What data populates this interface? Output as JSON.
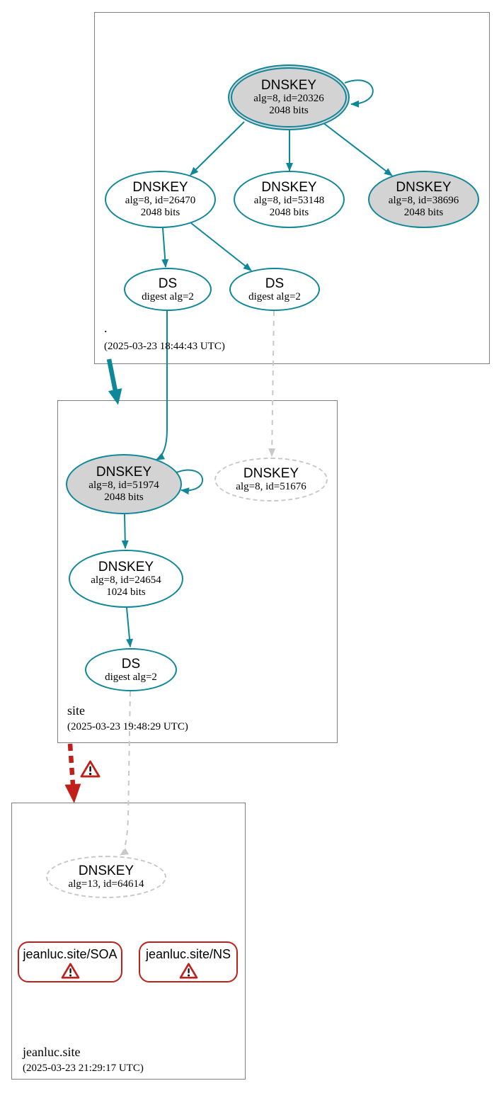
{
  "diagram": {
    "type": "dnssec-authentication-chain",
    "zones": [
      {
        "name": ".",
        "timestamp": "(2025-03-23 18:44:43 UTC)",
        "nodes": {
          "ksk20326": {
            "title": "DNSKEY",
            "detail1": "alg=8, id=20326",
            "detail2": "2048 bits"
          },
          "zsk26470": {
            "title": "DNSKEY",
            "detail1": "alg=8, id=26470",
            "detail2": "2048 bits"
          },
          "zsk53148": {
            "title": "DNSKEY",
            "detail1": "alg=8, id=53148",
            "detail2": "2048 bits"
          },
          "ksk38696": {
            "title": "DNSKEY",
            "detail1": "alg=8, id=38696",
            "detail2": "2048 bits"
          },
          "ds1": {
            "title": "DS",
            "detail1": "digest alg=2"
          },
          "ds2": {
            "title": "DS",
            "detail1": "digest alg=2"
          }
        }
      },
      {
        "name": "site",
        "timestamp": "(2025-03-23 19:48:29 UTC)",
        "nodes": {
          "ksk51974": {
            "title": "DNSKEY",
            "detail1": "alg=8, id=51974",
            "detail2": "2048 bits"
          },
          "dnskey51676": {
            "title": "DNSKEY",
            "detail1": "alg=8, id=51676"
          },
          "zsk24654": {
            "title": "DNSKEY",
            "detail1": "alg=8, id=24654",
            "detail2": "1024 bits"
          },
          "ds": {
            "title": "DS",
            "detail1": "digest alg=2"
          }
        }
      },
      {
        "name": "jeanluc.site",
        "timestamp": "(2025-03-23 21:29:17 UTC)",
        "nodes": {
          "dnskey64614": {
            "title": "DNSKEY",
            "detail1": "alg=13, id=64614"
          },
          "soa": {
            "title": "jeanluc.site/SOA"
          },
          "ns": {
            "title": "jeanluc.site/NS"
          }
        }
      }
    ],
    "colors": {
      "secure_teal": "#0e8799",
      "warning_red": "#c0201a",
      "node_fill_gray": "#d3d3d3",
      "insecure_dashed_gray": "#c8c8c8",
      "zone_border_gray": "#808080"
    }
  }
}
